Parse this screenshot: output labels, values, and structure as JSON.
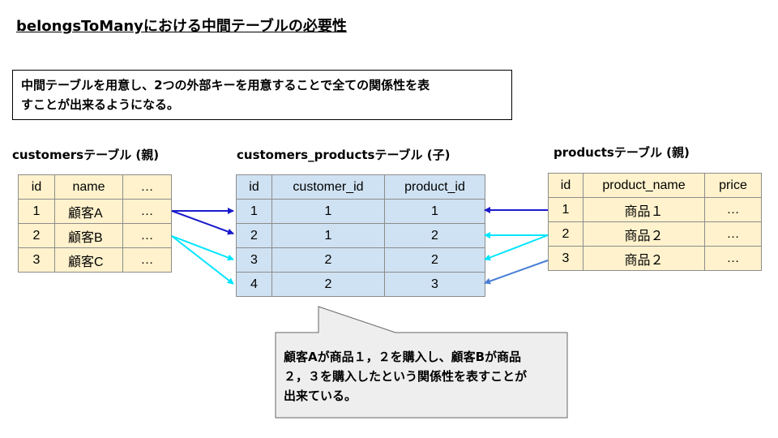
{
  "title": "belongsToManyにおける中間テーブルの必要性",
  "note": [
    "中間テーブルを用意し、2つの外部キーを用意することで全ての関係性を表",
    "すことが出来るようになる。"
  ],
  "customers": {
    "label": "customersテーブル (親)",
    "header": [
      "id",
      "name",
      "…"
    ],
    "rows": [
      [
        "1",
        "顧客A",
        "…"
      ],
      [
        "2",
        "顧客B",
        "…"
      ],
      [
        "3",
        "顧客C",
        "…"
      ]
    ]
  },
  "pivot": {
    "label": "customers_productsテーブル (子)",
    "header": [
      "id",
      "customer_id",
      "product_id"
    ],
    "rows": [
      [
        "1",
        "1",
        "1"
      ],
      [
        "2",
        "1",
        "2"
      ],
      [
        "3",
        "2",
        "2"
      ],
      [
        "4",
        "2",
        "3"
      ]
    ]
  },
  "products": {
    "label": "productsテーブル (親)",
    "header": [
      "id",
      "product_name",
      "price"
    ],
    "rows": [
      [
        "1",
        "商品１",
        "…"
      ],
      [
        "2",
        "商品２",
        "…"
      ],
      [
        "3",
        "商品２",
        "…"
      ]
    ]
  },
  "callout": [
    "顧客Aが商品１，２を購入し、顧客Bが商品",
    "２，３を購入したという関係性を表すことが",
    "出来ている。"
  ],
  "colors": {
    "yellow_fill": "#fff2cc",
    "blue_fill": "#cfe2f3",
    "arrow_dark_blue": "#1a1acc",
    "arrow_cyan": "#00e5ff",
    "arrow_mid_blue": "#4a7fd6",
    "callout_fill": "#eeeeee"
  }
}
